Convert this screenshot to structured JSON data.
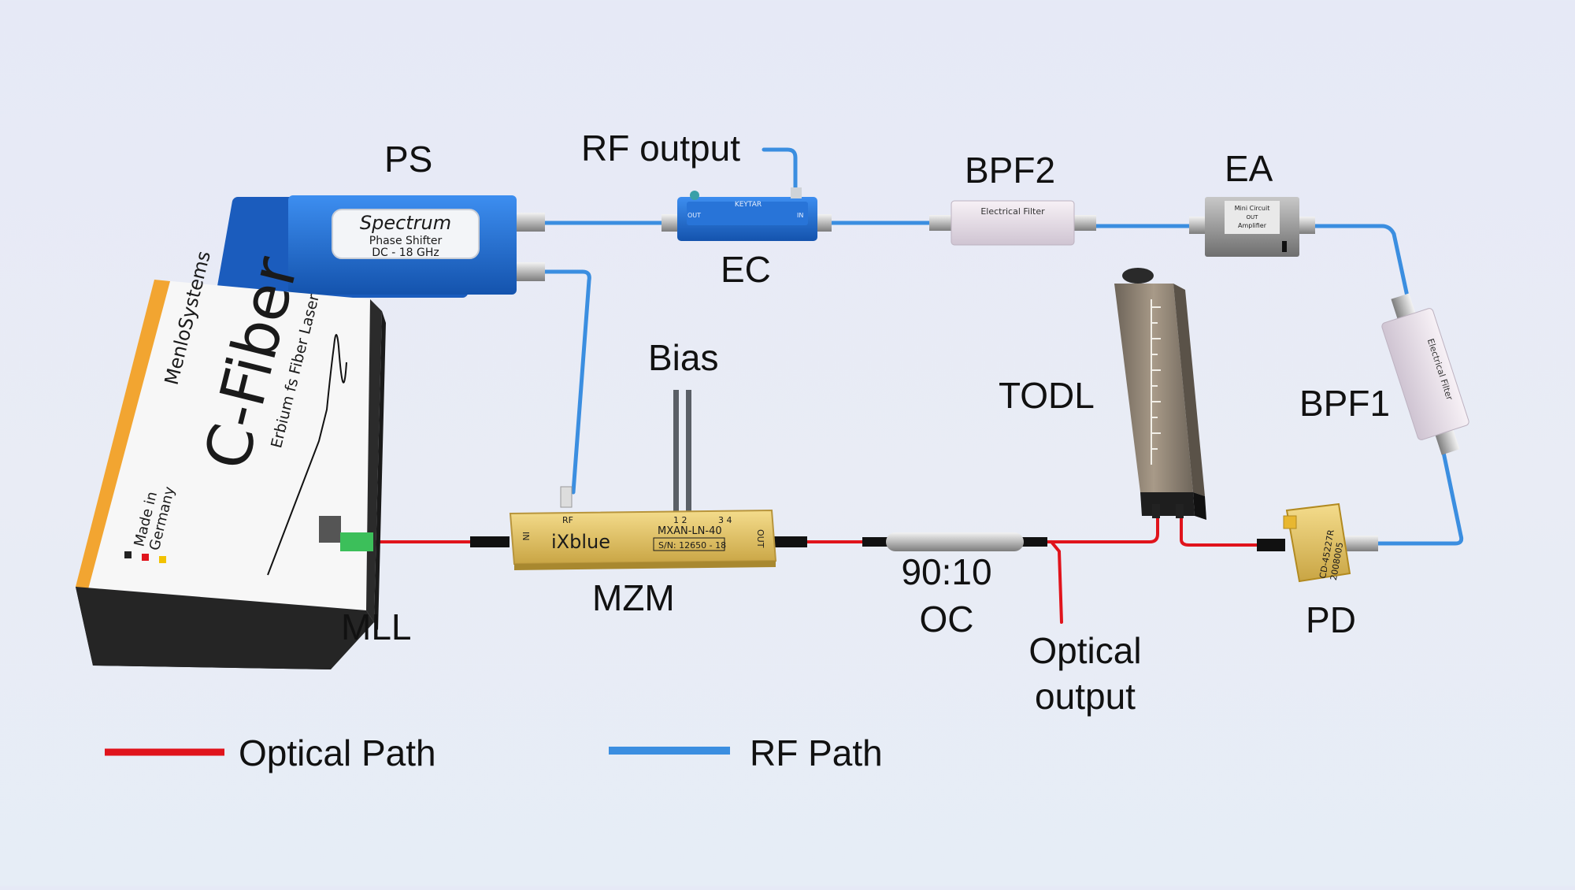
{
  "labels": {
    "ps": "PS",
    "rf_output": "RF output",
    "ec": "EC",
    "bpf2": "BPF2",
    "ea": "EA",
    "bias": "Bias",
    "todl": "TODL",
    "bpf1": "BPF1",
    "mll": "MLL",
    "mzm": "MZM",
    "oc_ratio": "90:10",
    "oc": "OC",
    "optical_output_line1": "Optical",
    "optical_output_line2": "output",
    "pd": "PD"
  },
  "legend": {
    "optical_path": "Optical Path",
    "rf_path": "RF Path"
  },
  "devices": {
    "ps": {
      "brand": "Spectrum",
      "line1": "Phase Shifter",
      "line2": "DC - 18 GHz"
    },
    "ec": {
      "brand": "KEYTAR",
      "out": "OUT",
      "in": "IN"
    },
    "bpf2": {
      "line1": "Electrical Filter"
    },
    "ea": {
      "line1": "Mini Circuit",
      "line2": "OUT",
      "line3": "Amplifier"
    },
    "bpf1": {
      "line1": "Electrical Filter"
    },
    "mll": {
      "brand": "MenloSystems",
      "product": "C-Fiber",
      "sub": "Erbium fs Fiber Laser",
      "made1": "Made in",
      "made2": "Germany"
    },
    "mzm": {
      "brand": "iXblue",
      "model": "MXAN-LN-40",
      "serial": "S/N: 12650 - 18",
      "rf": "RF",
      "in": "IN",
      "out": "OUT",
      "pins": "1 2",
      "pins2": "3 4"
    },
    "pd": {
      "model": "CD-45227R",
      "serial": "2008005"
    }
  },
  "colors": {
    "optical": "#e0141c",
    "rf": "#3b8ee0",
    "device_blue": "#1d63c4",
    "mll_orange": "#f2a531",
    "mzm_gold": "#e8c766",
    "pd_gold": "#e8b730"
  }
}
